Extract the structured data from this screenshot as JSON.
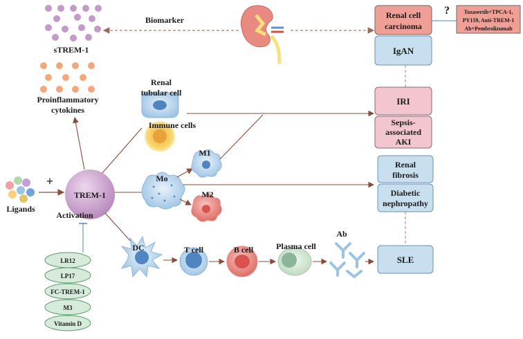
{
  "labels": {
    "biomarker": "Biomarker",
    "strem1": "sTREM-1",
    "cytokines_line1": "Proinflammatory",
    "cytokines_line2": "cytokines",
    "renal_tubular_line1": "Renal",
    "renal_tubular_line2": "tubular cell",
    "immune_cells": "Immune cells",
    "ligands": "Ligands",
    "plus": "+",
    "trem1": "TREM-1",
    "activation": "Activation",
    "m1": "M1",
    "m2": "M2",
    "mo": "Mo",
    "dc": "DC",
    "tcell": "T cell",
    "bcell": "B cell",
    "plasma": "Plasma cell",
    "ab": "Ab",
    "question": "?"
  },
  "inhibitors": [
    "LR12",
    "LP17",
    "FC-TREM-1",
    "M3",
    "Vitamin D"
  ],
  "diseases": {
    "rcc_line1": "Renal cell",
    "rcc_line2": "carcinoma",
    "igan": "IgAN",
    "iri": "IRI",
    "sepsis_line1": "Sepsis-",
    "sepsis_line2": "associated",
    "sepsis_line3": "AKI",
    "fibrosis_line1": "Renal",
    "fibrosis_line2": "fibrosis",
    "diabetic_line1": "Diabetic",
    "diabetic_line2": "nephropathy",
    "sle": "SLE"
  },
  "treatment": {
    "line1": "Tozasertib+TPCA-1,",
    "line2": "PY159, Anti-TREM-1",
    "line3": "Ab+Pembrolizumab"
  },
  "colors": {
    "pink_box": "#f3c6cf",
    "blue_box": "#c8dff0",
    "red_box": "#ef9f96",
    "green_oval": "#d6ebd9",
    "arrow": "#8b4a3c",
    "trem1": "#c9a2cc"
  }
}
